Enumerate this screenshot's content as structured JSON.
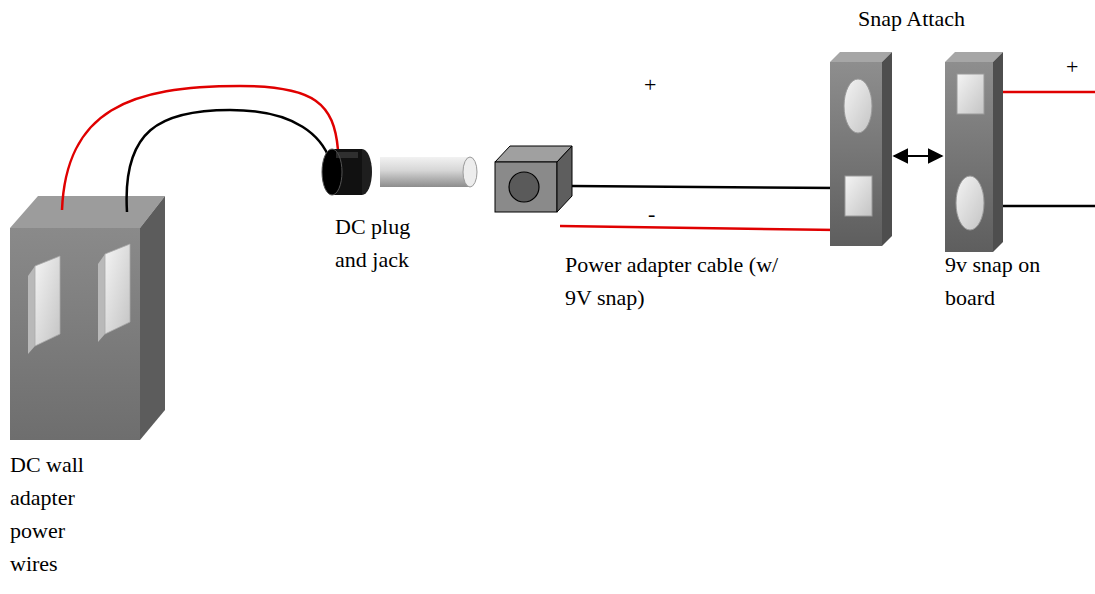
{
  "diagram": {
    "labels": [
      "Snap Attach",
      "+",
      "+",
      "-",
      "DC plug and jack",
      "Power adapter cable (w/ 9V snap)",
      "9v snap on board",
      "DC wall adapter power wires"
    ]
  }
}
